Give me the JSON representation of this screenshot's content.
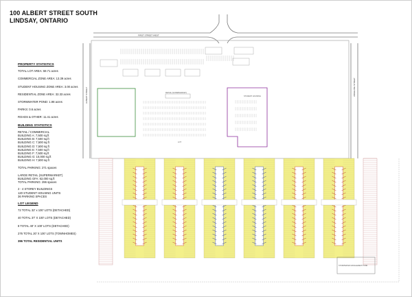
{
  "title": {
    "line1": "100 ALBERT STREET SOUTH",
    "line2": "LINDSAY, ONTARIO"
  },
  "property_statistics": {
    "heading": "PROPERTY STATISTICS",
    "rows": [
      "TOTAL LOT AREA: 59.71 acres",
      "COMMERCIAL ZONE AREA: 13.39 acres",
      "STUDENT HOUSING ZONE AREA: 3.00 acres",
      "RESIDENTIAL ZONE AREA: 32.33 acres",
      "STORMWATER POND: 1.98 acres",
      "PARKS: 0.6 acres",
      "ROADS & OTHER: 11.41 acres"
    ]
  },
  "building_statistics": {
    "heading": "BUILDING STATISTICS",
    "retail": [
      "RETAIL / COMMERCIAL",
      "BUILDING A: 7,500 sq.ft",
      "BUILDING B: 7,500 sq.ft",
      "BUILDING C: 7,500 sq.ft",
      "BUILDING D: 7,500 sq.ft",
      "BUILDING E: 7,500 sq.ft",
      "BUILDING F: 7,500 sq.ft",
      "BUILDING G: 10,000 sq.ft",
      "BUILDING H: 7,500 sq.ft"
    ],
    "parking_1": "TOTAL PARKING: 271 spaces",
    "large_retail": [
      "LARGE RETAIL (SUPERMARKET)",
      "BUILDING GFA: 62,000 sq.ft",
      "TOTAL PARKING: 296 spaces"
    ],
    "student": [
      "2 - 4 STOREY BUILDINGS",
      "120 STUDENT HOUSING UNITS",
      "36 PARKING SPACES"
    ]
  },
  "lot_legend": {
    "heading": "LOT LEGEND",
    "rows": [
      "72 TOTAL 32' x 100' LOTS (DETACHED)",
      "40 TOTAL 37' X 100' LOTS (DETACHED)",
      "8 TOTAL 40' X 100' LOTS (DETACHED)",
      "276 TOTAL 20' X 100' LOTS (TOWNHOMES)"
    ],
    "total": "396   TOTAL RESIDENTIAL UNITS"
  },
  "plan_labels": {
    "street_top": "FIRST STREET WEST",
    "street_left": "ALBERT STREET",
    "street_right": "ANGELINE STREET",
    "retail_box_top": "RETAIL (SUPERMARKET)",
    "student_box": "STUDENT HOUSING",
    "lot_box": "LOT",
    "pond_box": "STORMWATER MANAGEMENT POND"
  },
  "colors": {
    "street_lines": "#777777",
    "parking_lines": "#9a9a9a",
    "green_outline": "#3a8c3a",
    "purple_outline": "#8a2a9a",
    "lot_yellow": "#f3f08a",
    "lot_red": "#c0392b",
    "lot_blue": "#2e3f9e",
    "lot_pink": "#c98a8a"
  }
}
